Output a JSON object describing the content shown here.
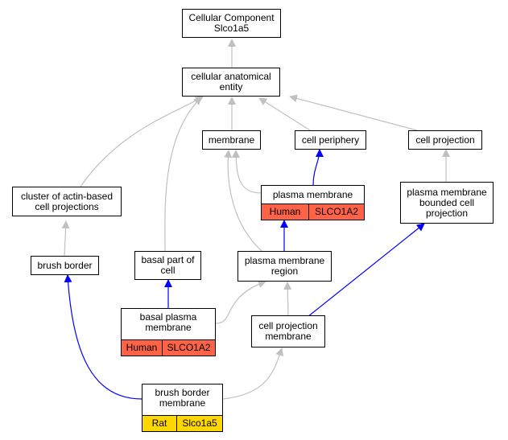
{
  "colors": {
    "is_a_edge": "#c0c0c0",
    "part_of_edge": "#0000ff",
    "human_tag": "#ff6347",
    "rat_tag": "#ffd700"
  },
  "nodes": {
    "root": {
      "line1": "Cellular Component",
      "line2": "Slco1a5"
    },
    "cellular_anatomical_entity": {
      "line1": "cellular anatomical",
      "line2": "entity"
    },
    "membrane": {
      "line1": "membrane"
    },
    "cell_periphery": {
      "line1": "cell periphery"
    },
    "cell_projection": {
      "line1": "cell projection"
    },
    "cluster_actin": {
      "line1": "cluster of actin-based",
      "line2": "cell projections"
    },
    "plasma_membrane": {
      "line1": "plasma membrane",
      "tag_species": "Human",
      "tag_gene": "SLCO1A2"
    },
    "pm_bounded_cell_projection": {
      "line1": "plasma membrane",
      "line2": "bounded cell",
      "line3": "projection"
    },
    "brush_border": {
      "line1": "brush border"
    },
    "basal_part_of_cell": {
      "line1": "basal part of",
      "line2": "cell"
    },
    "plasma_membrane_region": {
      "line1": "plasma membrane",
      "line2": "region"
    },
    "basal_plasma_membrane": {
      "line1": "basal plasma",
      "line2": "membrane",
      "tag_species": "Human",
      "tag_gene": "SLCO1A2"
    },
    "cell_projection_membrane": {
      "line1": "cell projection",
      "line2": "membrane"
    },
    "brush_border_membrane": {
      "line1": "brush border",
      "line2": "membrane",
      "tag_species": "Rat",
      "tag_gene": "Slco1a5"
    }
  }
}
